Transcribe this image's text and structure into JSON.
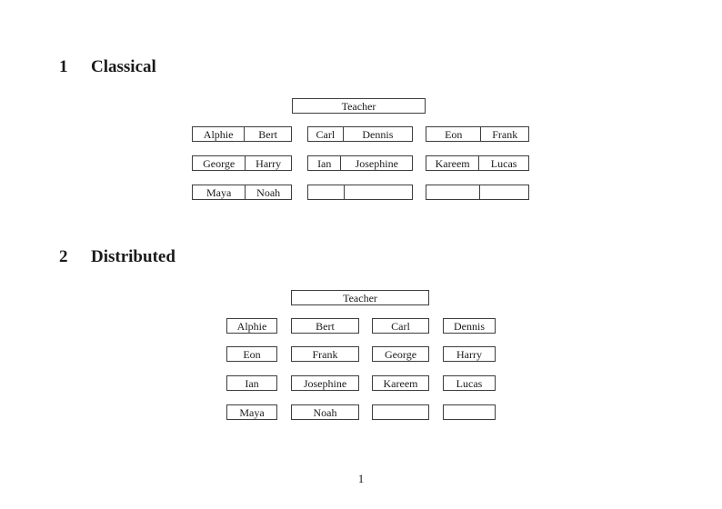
{
  "colors": {
    "background": "#ffffff",
    "text": "#1a1a1a",
    "border": "#3d3d3d"
  },
  "document": {
    "page_number": "1"
  },
  "sections": {
    "classical": {
      "number": "1",
      "title": "Classical",
      "teacher": "Teacher",
      "rows": [
        {
          "boxes": [
            {
              "left": "Alphie",
              "right": "Bert"
            },
            {
              "left": "Carl",
              "right": "Dennis"
            },
            {
              "left": "Eon",
              "right": "Frank"
            }
          ]
        },
        {
          "boxes": [
            {
              "left": "George",
              "right": "Harry"
            },
            {
              "left": "Ian",
              "right": "Josephine"
            },
            {
              "left": "Kareem",
              "right": "Lucas"
            }
          ]
        },
        {
          "boxes": [
            {
              "left": "Maya",
              "right": "Noah"
            },
            {
              "left": "",
              "right": ""
            },
            {
              "left": "",
              "right": ""
            }
          ]
        }
      ]
    },
    "distributed": {
      "number": "2",
      "title": "Distributed",
      "teacher": "Teacher",
      "rows": [
        [
          "Alphie",
          "Bert",
          "Carl",
          "Dennis"
        ],
        [
          "Eon",
          "Frank",
          "George",
          "Harry"
        ],
        [
          "Ian",
          "Josephine",
          "Kareem",
          "Lucas"
        ],
        [
          "Maya",
          "Noah",
          "",
          ""
        ]
      ]
    }
  }
}
